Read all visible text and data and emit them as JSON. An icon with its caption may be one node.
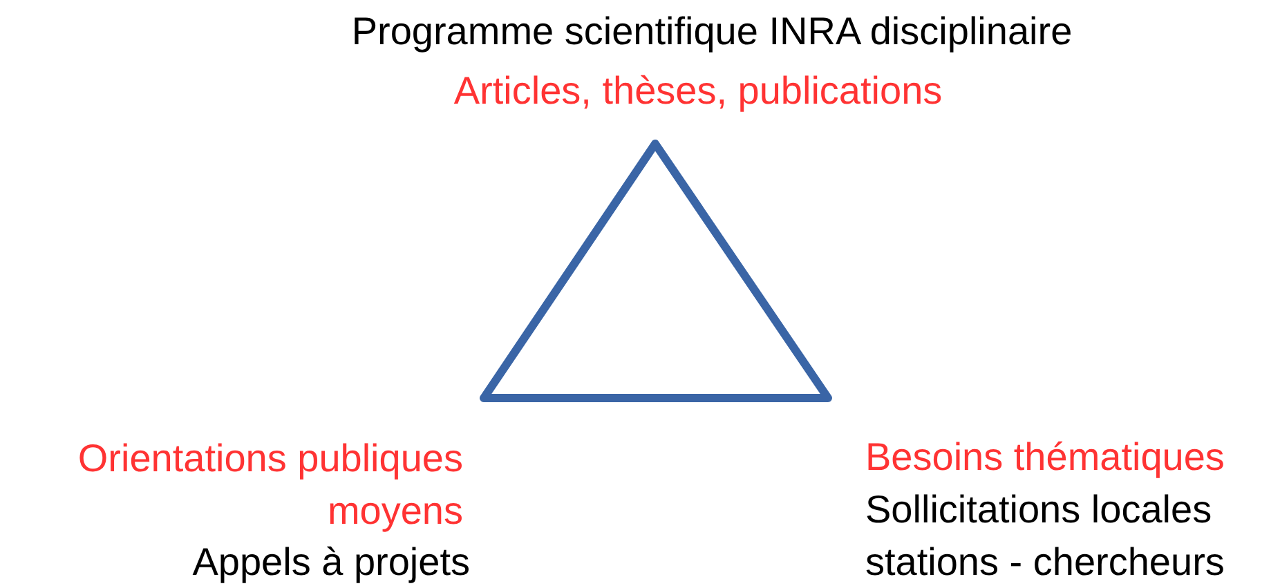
{
  "diagram": {
    "labels": [
      "Programme scientifique INRA disciplinaire",
      "Articles, thèses, publications",
      "Orientations publiques moyens",
      "Appels à projets",
      "Besoins thématiques",
      "Sollicitations locales stations - chercheurs"
    ]
  }
}
